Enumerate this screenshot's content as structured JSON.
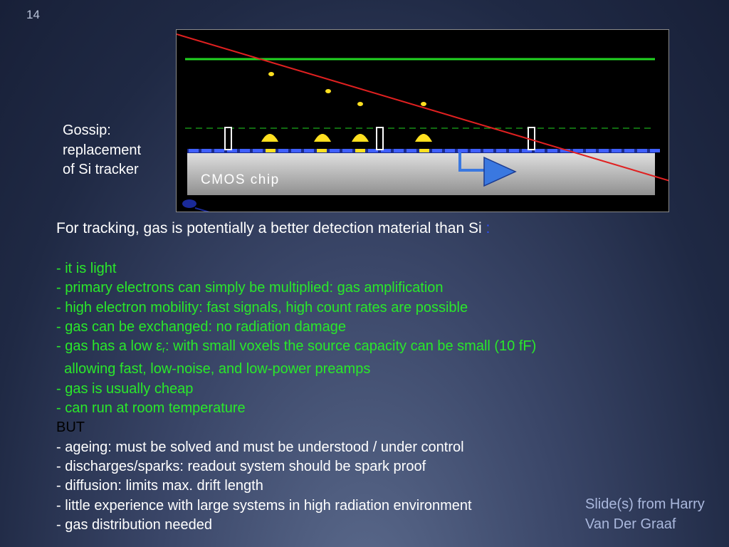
{
  "slide_number": "14",
  "figure": {
    "label_lines": [
      "Gossip:",
      "replacement",
      "of Si tracker"
    ],
    "chip_label": "CMOS chip",
    "colors": {
      "grid_line": "#22d422",
      "track": "#e02020",
      "electron": "#ffe020",
      "pixel_pad": "#4060ff",
      "chip": "#cfcfcf",
      "arrow": "#3a78e0"
    }
  },
  "main": {
    "heading": "For tracking, gas is potentially a better detection material than Si",
    "heading_colon": ":",
    "pros": [
      "- it is light",
      "- primary electrons can simply be multiplied: gas amplification",
      "- high electron mobility: fast signals, high count rates are possible",
      "- gas can be exchanged: no radiation damage"
    ],
    "epsilon_line": {
      "before": "- gas has a low ε",
      "sub": "r",
      "after": ": with small voxels the source capacity can be small (10 fF)"
    },
    "epsilon_cont": "  allowing fast, low-noise, and low-power preamps",
    "pros2": [
      "- gas is usually cheap",
      "- can run at room temperature"
    ],
    "but": "BUT",
    "cons": [
      "- ageing: must be solved and must be understood / under control",
      "- discharges/sparks: readout system should be spark proof",
      "- diffusion: limits max. drift length",
      "- little experience with large systems in high radiation environment",
      "- gas distribution needed"
    ]
  },
  "credit_lines": [
    "Slide(s) from Harry",
    "Van Der Graaf"
  ]
}
